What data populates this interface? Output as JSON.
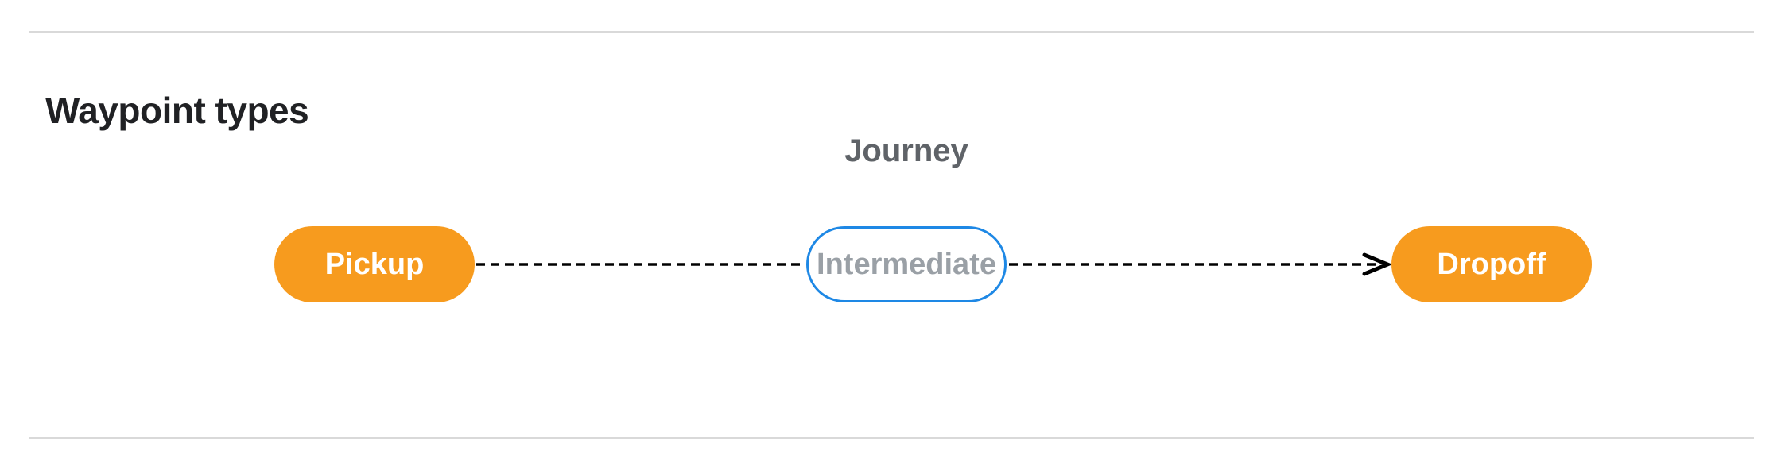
{
  "header": {
    "title": "Waypoint types"
  },
  "diagram": {
    "group_label": "Journey",
    "nodes": [
      {
        "id": "pickup",
        "label": "Pickup",
        "style": "terminal"
      },
      {
        "id": "intermediate",
        "label": "Intermediate",
        "style": "intermediate"
      },
      {
        "id": "dropoff",
        "label": "Dropoff",
        "style": "terminal"
      }
    ],
    "edges": [
      {
        "from": "pickup",
        "to": "intermediate",
        "line": "dashed",
        "arrow": false
      },
      {
        "from": "intermediate",
        "to": "dropoff",
        "line": "dashed",
        "arrow": true
      }
    ]
  },
  "colors": {
    "terminal-fill": "#f79b1e",
    "terminal-text": "#ffffff",
    "intermediate-border": "#1e88e5",
    "intermediate-text": "#9aa0a6",
    "connector": "#000000",
    "group-label-text": "#5f6368",
    "title-text": "#202124",
    "divider": "#d9d9d9"
  }
}
